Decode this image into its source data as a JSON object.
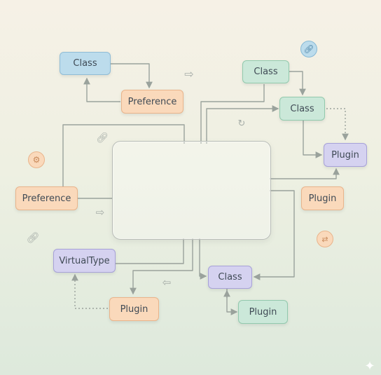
{
  "nodes": {
    "class_top_left": "Class",
    "preference_top": "Preference",
    "class_top_right": "Class",
    "class_right": "Class",
    "plugin_right_top": "Plugin",
    "preference_left": "Preference",
    "plugin_right_mid": "Plugin",
    "virtualtype": "VirtualType",
    "plugin_bottom_left": "Plugin",
    "class_bottom": "Class",
    "plugin_bottom_right": "Plugin"
  },
  "icons": {
    "link_badge_top_right": "link-icon",
    "gear_badge_left": "gear-icon",
    "swap_badge_right": "swap-arrows-icon",
    "link_small_upper": "link-icon",
    "link_small_left": "link-icon",
    "arrow_outline_top": "right-arrow-outline-icon",
    "arrow_outline_left": "right-arrow-outline-icon",
    "arrow_outline_bottom": "left-arrow-outline-icon",
    "cycle_icon_mid": "cycle-icon",
    "sparkle_corner": "sparkle-icon"
  },
  "colors": {
    "connector": "#9aa29c",
    "class_blue_fill": "#bcdcec",
    "preference_orange_fill": "#fad9bb",
    "class_green_fill": "#cbe8d9",
    "plugin_purple_fill": "#d5d2f0"
  }
}
